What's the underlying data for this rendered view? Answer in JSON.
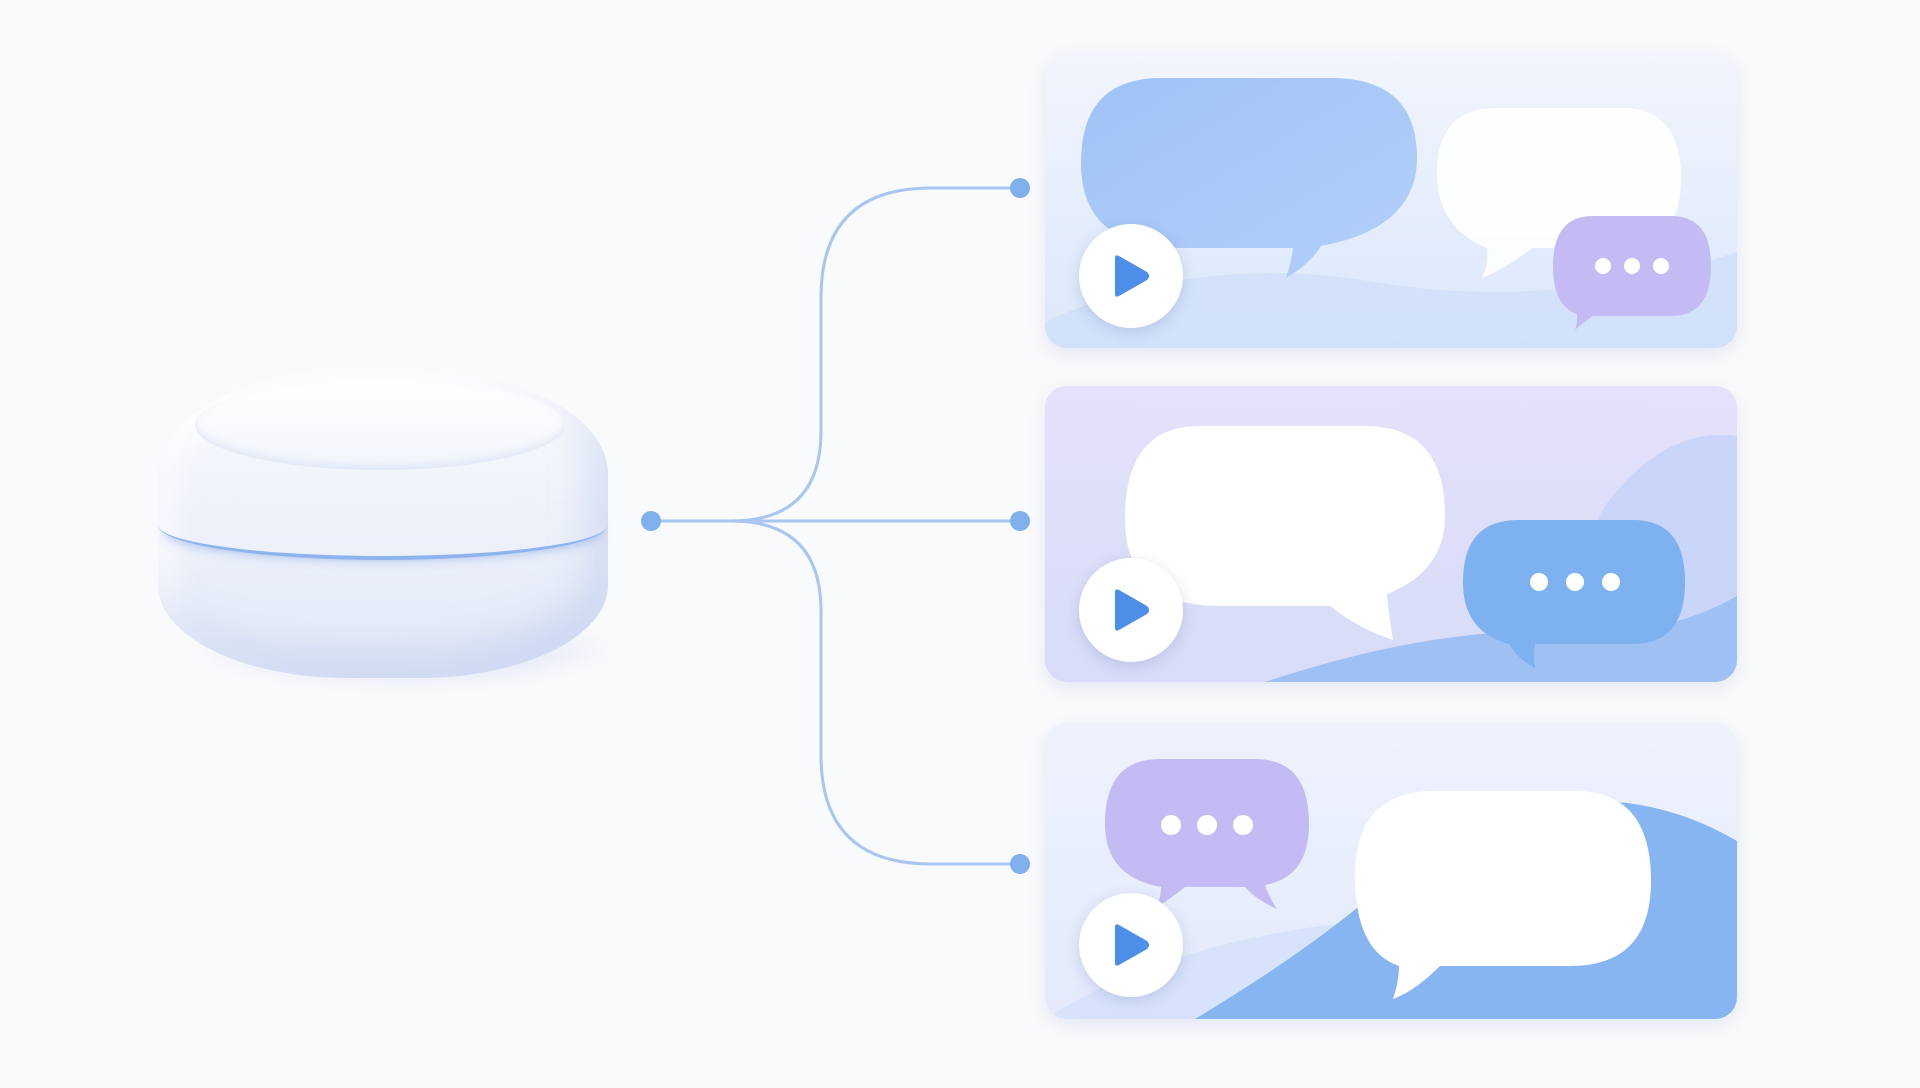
{
  "colors": {
    "background": "#f9fafc",
    "connector": "#a9c6f0",
    "node": "#7fb0ec",
    "accent_blue": "#7eb1f0",
    "accent_purple": "#c4bbf4",
    "play": "#4d8ee8"
  },
  "hub": {
    "icon": "smart-speaker-icon"
  },
  "cards": [
    {
      "icon": "play-icon",
      "bubbles": [
        "blue-speech-bubble",
        "white-speech-bubble",
        "purple-typing-bubble"
      ]
    },
    {
      "icon": "play-icon",
      "bubbles": [
        "white-speech-bubble",
        "blue-typing-bubble"
      ]
    },
    {
      "icon": "play-icon",
      "bubbles": [
        "purple-typing-bubble",
        "white-speech-bubble"
      ]
    }
  ]
}
